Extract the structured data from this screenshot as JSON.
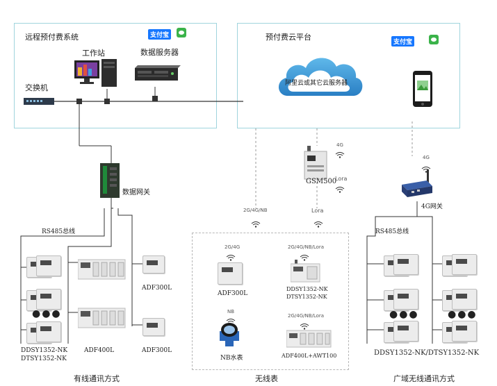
{
  "top_left": {
    "title": "远程预付费系统",
    "workstation": "工作站",
    "data_server": "数据服务器",
    "switch": "交换机"
  },
  "top_right": {
    "title": "预付费云平台",
    "cloud": "阿里云或其它云服务器"
  },
  "gateway": {
    "label": "数据网关"
  },
  "gsm": {
    "label": "GSM500",
    "tag_4g": "4G",
    "tag_lora": "Lora"
  },
  "gw4g": {
    "label": "4G网关",
    "tag_4g": "4G"
  },
  "links": {
    "mid_left": "2G/4G/NB",
    "mid_right": "Lora"
  },
  "wired": {
    "bus": "RS485总线",
    "meter_left_1": "DDSY1352-NK",
    "meter_left_2": "DTSY1352-NK",
    "adf400": "ADF400L",
    "adf300_top": "ADF300L",
    "adf300_bottom": "ADF300L",
    "section": "有线通讯方式"
  },
  "wireless": {
    "tag_1": "2G/4G",
    "adf300": "ADF300L",
    "tag_2": "2G/4G/NB/Lora",
    "ddsy": "DDSY1352-NK",
    "dtsy": "DTSY1352-NK",
    "tag_3": "NB",
    "water": "NB水表",
    "tag_4": "2G/4G/NB/Lora",
    "combo": "ADF400L+AWT100",
    "section": "无线表"
  },
  "wan": {
    "bus": "RS485总线",
    "meters": "DDSY1352-NK/DTSY1352-NK",
    "section": "广域无线通讯方式"
  },
  "logos": {
    "alipay": "支付宝"
  }
}
